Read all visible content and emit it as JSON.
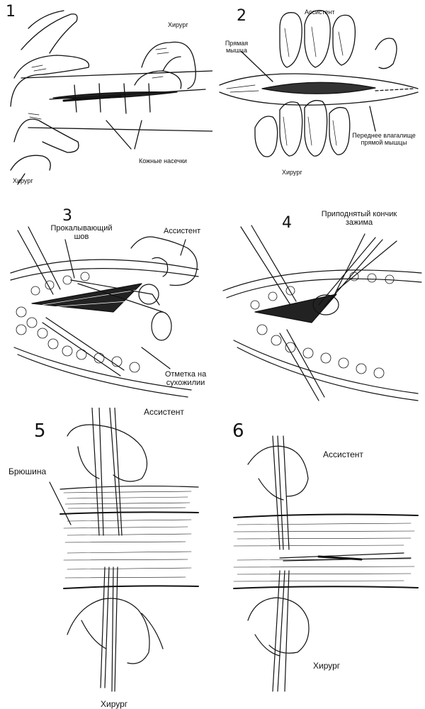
{
  "panels": [
    {
      "number": "1",
      "labels": {
        "surgeon_top": "Хирург",
        "surgeon_bottom": "Хирург",
        "skin_marks": "Кожные насечки"
      }
    },
    {
      "number": "2",
      "labels": {
        "assistant": "Ассистент",
        "rectus_line1": "Прямая",
        "rectus_line2": "мышца",
        "sheath_line1": "Переднее влагалище",
        "sheath_line2": "прямой мышцы",
        "surgeon": "Хирург"
      }
    },
    {
      "number": "3",
      "labels": {
        "suture_line1": "Прокалывающий",
        "suture_line2": "шов",
        "assistant": "Ассистент",
        "tendon_line1": "Отметка на",
        "tendon_line2": "сухожилии"
      }
    },
    {
      "number": "4",
      "labels": {
        "clamp_line1": "Приподнятый кончик",
        "clamp_line2": "зажима"
      }
    },
    {
      "number": "5",
      "labels": {
        "assistant": "Ассистент",
        "peritoneum": "Брюшина",
        "surgeon": "Хирург"
      }
    },
    {
      "number": "6",
      "labels": {
        "assistant": "Ассистент",
        "surgeon": "Хирург"
      }
    }
  ]
}
